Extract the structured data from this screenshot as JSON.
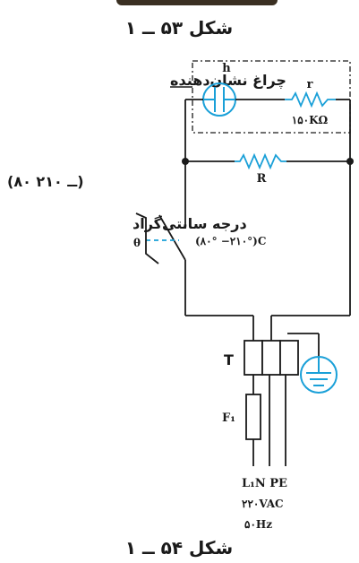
{
  "caption_top": "شکل ۵۳ ــ ۱",
  "caption_bottom": "شکل ۵۴ ــ ۱",
  "indicator_lamp_label": "چراغ نشان‌دهنده",
  "lamp_symbol": "h",
  "resistor_small_symbol": "r",
  "resistor_small_value": "۱۵۰KΩ",
  "resistor_main_symbol": "R",
  "range_parenthetical": "(۸۰ ــ ۲۱۰)",
  "thermostat_label": "درجه سانتی‌گراد",
  "theta_symbol": "θ",
  "thermostat_range": "(۸۰° −۲۱۰°)C",
  "terminal_symbol": "T",
  "fuse_symbol": "F₁",
  "supply_terminals": "L₁N PE",
  "supply_voltage": "۲۲۰VAC",
  "supply_frequency": "۵۰Hz",
  "colors": {
    "stroke": "#1a1a1a",
    "accent": "#1aa0d8"
  }
}
